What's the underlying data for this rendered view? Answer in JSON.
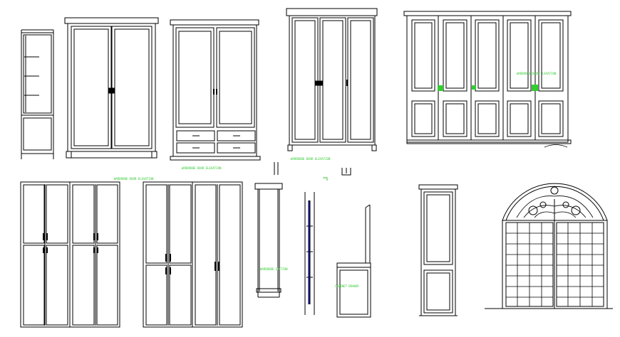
{
  "drawing": {
    "labels": {
      "wardrobe_2_door_drawers": "WARDROBE DOOR ELEVATION",
      "wardrobe_3_door": "WARDROBE DOOR ELEVATION",
      "wardrobe_5_door": "WARDROBE DOOR ELEVATION",
      "wardrobe_row2_left": "WARDROBE DOOR ELEVATION",
      "side_section": "WARDROBE SECTION",
      "cabinet_side": "CABINET DRAWER"
    },
    "colors": {
      "line": "#000000",
      "accent": "#33cc33",
      "background": "#ffffff"
    }
  }
}
